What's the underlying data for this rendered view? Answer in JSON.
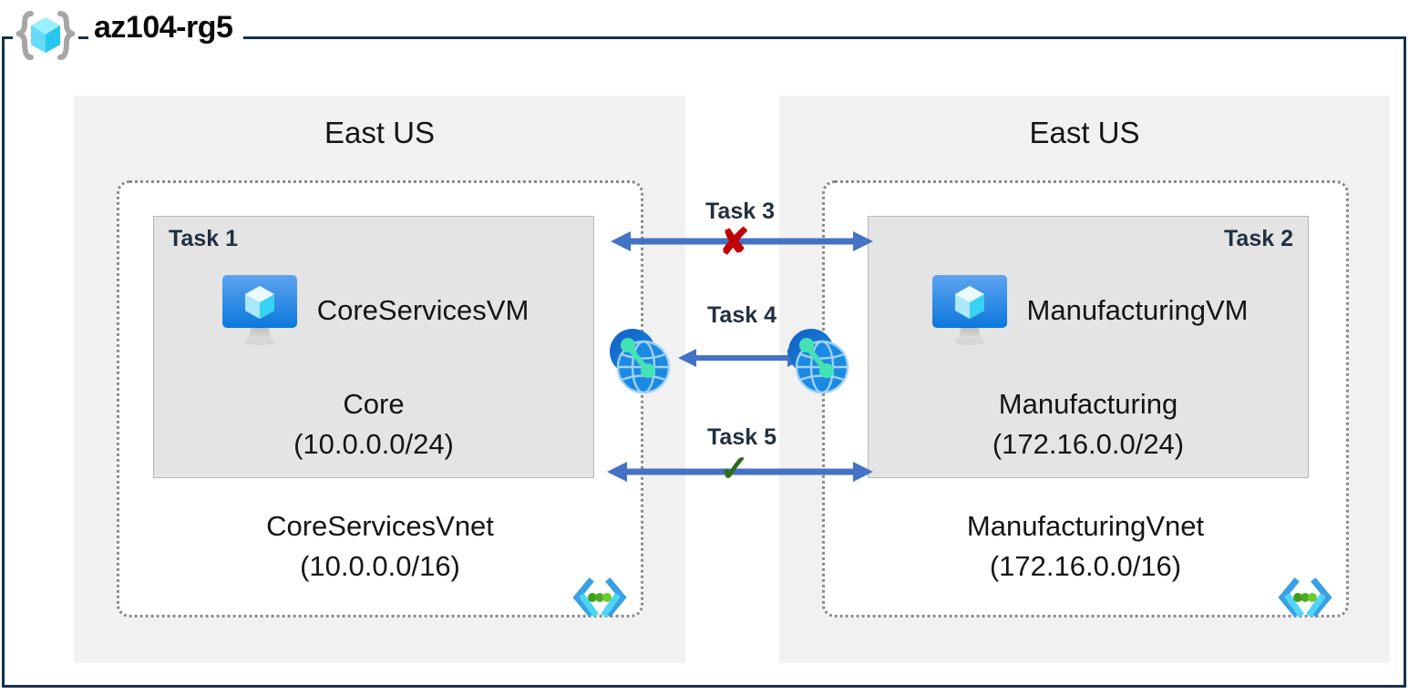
{
  "diagram": {
    "type": "azure-architecture",
    "resource_group": {
      "name": "az104-rg5",
      "icon": "resource-group-cube-icon",
      "border_color": "#16314a"
    },
    "regions": [
      {
        "id": "left",
        "label": "East US",
        "vnet": {
          "name": "CoreServicesVnet",
          "cidr": "(10.0.0.0/16)",
          "icon": "vnet-icon"
        },
        "subnet": {
          "task_tag": "Task 1",
          "task_tag_align": "left",
          "name": "Core",
          "cidr": "(10.0.0.0/24)",
          "vm": {
            "name": "CoreServicesVM",
            "icon": "virtual-machine-icon"
          }
        }
      },
      {
        "id": "right",
        "label": "East US",
        "vnet": {
          "name": "ManufacturingVnet",
          "cidr": "(172.16.0.0/16)",
          "icon": "vnet-icon"
        },
        "subnet": {
          "task_tag": "Task 2",
          "task_tag_align": "right",
          "name": "Manufacturing",
          "cidr": "(172.16.0.0/24)",
          "vm": {
            "name": "ManufacturingVM",
            "icon": "virtual-machine-icon"
          }
        }
      }
    ],
    "connections": [
      {
        "id": "task3",
        "label": "Task 3",
        "style": "double-arrow",
        "status": "blocked",
        "marker": "✘",
        "marker_color": "#c00000",
        "arrow_color": "#4472c4"
      },
      {
        "id": "task4",
        "label": "Task 4",
        "style": "double-arrow-peering",
        "status": "peering",
        "marker": "",
        "arrow_color": "#4472c4",
        "endpoint_icon": "vnet-peering-icon"
      },
      {
        "id": "task5",
        "label": "Task 5",
        "style": "double-arrow",
        "status": "allowed",
        "marker": "✓",
        "marker_color": "#2f6b18",
        "arrow_color": "#4472c4"
      }
    ],
    "colors": {
      "frame": "#16314a",
      "region_bg": "#f1f1f1",
      "subnet_bg": "#e4e4e4",
      "vnet_border": "#8a8a8a",
      "arrow": "#4472c4",
      "blocked": "#c00000",
      "allowed": "#2f6b18",
      "task_text": "#22303f"
    }
  }
}
